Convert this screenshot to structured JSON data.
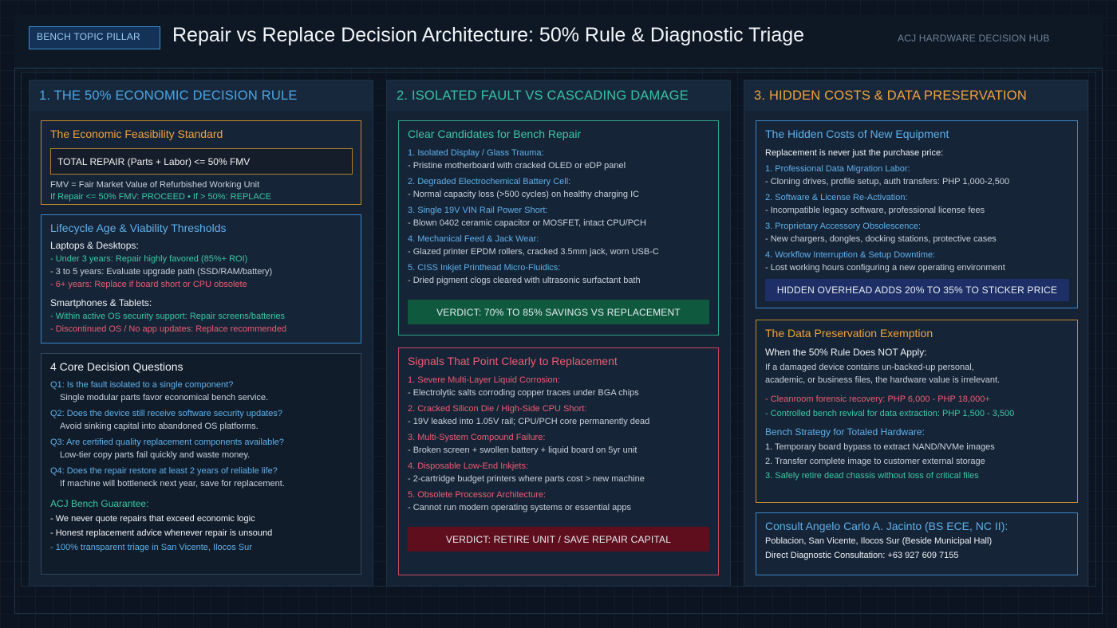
{
  "header": {
    "badge": "BENCH TOPIC PILLAR",
    "title": "Repair vs Replace Decision Architecture: 50% Rule & Diagnostic Triage",
    "hub": "ACJ HARDWARE DECISION HUB"
  },
  "col1": {
    "title": "1. THE 50% ECONOMIC DECISION RULE",
    "econ": {
      "title": "The Economic Feasibility Standard",
      "formula": "TOTAL REPAIR (Parts + Labor) <= 50% FMV",
      "fmv": "FMV = Fair Market Value of Refurbished Working Unit",
      "rule": "If Repair <= 50% FMV: PROCEED • If > 50%: REPLACE"
    },
    "lifecycle": {
      "title": "Lifecycle Age & Viability Thresholds",
      "laptops_label": "Laptops & Desktops:",
      "l1": "- Under 3 years: Repair highly favored (85%+ ROI)",
      "l2": "- 3 to 5 years: Evaluate upgrade path (SSD/RAM/battery)",
      "l3": "- 6+ years: Replace if board short or CPU obsolete",
      "phones_label": "Smartphones & Tablets:",
      "p1": "- Within active OS security support: Repair screens/batteries",
      "p2": "- Discontinued OS / No app updates: Replace recommended"
    },
    "questions": {
      "title": "4 Core Decision Questions",
      "q1": "Q1: Is the fault isolated to a single component?",
      "a1": "Single modular parts favor economical bench service.",
      "q2": "Q2: Does the device still receive software security updates?",
      "a2": "Avoid sinking capital into abandoned OS platforms.",
      "q3": "Q3: Are certified quality replacement components available?",
      "a3": "Low-tier copy parts fail quickly and waste money.",
      "q4": "Q4: Does the repair restore at least 2 years of reliable life?",
      "a4": "If machine will bottleneck next year, save for replacement.",
      "guarantee_title": "ACJ Bench Guarantee:",
      "g1": "- We never quote repairs that exceed economic logic",
      "g2": "- Honest replacement advice whenever repair is unsound",
      "g3": "- 100% transparent triage in San Vicente, Ilocos Sur"
    }
  },
  "col2": {
    "title": "2. ISOLATED FAULT VS CASCADING DAMAGE",
    "repair": {
      "title": "Clear Candidates for Bench Repair",
      "i1": "1. Isolated Display / Glass Trauma:",
      "d1": "- Pristine motherboard with cracked OLED or eDP panel",
      "i2": "2. Degraded Electrochemical Battery Cell:",
      "d2": "- Normal capacity loss (>500 cycles) on healthy charging IC",
      "i3": "3. Single 19V VIN Rail Power Short:",
      "d3": "- Blown 0402 ceramic capacitor or MOSFET, intact CPU/PCH",
      "i4": "4. Mechanical Feed & Jack Wear:",
      "d4": "- Glazed printer EPDM rollers, cracked 3.5mm jack, worn USB-C",
      "i5": "5. CISS Inkjet Printhead Micro-Fluidics:",
      "d5": "- Dried pigment clogs cleared with ultrasonic surfactant bath",
      "verdict": "VERDICT: 70% TO 85% SAVINGS VS REPLACEMENT"
    },
    "replace": {
      "title": "Signals That Point Clearly to Replacement",
      "i1": "1. Severe Multi-Layer Liquid Corrosion:",
      "d1": "- Electrolytic salts corroding copper traces under BGA chips",
      "i2": "2. Cracked Silicon Die / High-Side CPU Short:",
      "d2": "- 19V leaked into 1.05V rail; CPU/PCH core permanently dead",
      "i3": "3. Multi-System Compound Failure:",
      "d3": "- Broken screen + swollen battery + liquid board on 5yr unit",
      "i4": "4. Disposable Low-End Inkjets:",
      "d4": "- 2-cartridge budget printers where parts cost > new machine",
      "i5": "5. Obsolete Processor Architecture:",
      "d5": "- Cannot run modern operating systems or essential apps",
      "verdict": "VERDICT: RETIRE UNIT / SAVE REPAIR CAPITAL"
    }
  },
  "col3": {
    "title": "3. HIDDEN COSTS & DATA PRESERVATION",
    "hidden": {
      "title": "The Hidden Costs of New Equipment",
      "intro": "Replacement is never just the purchase price:",
      "i1": "1. Professional Data Migration Labor:",
      "d1": "- Cloning drives, profile setup, auth transfers: PHP 1,000-2,500",
      "i2": "2. Software & License Re-Activation:",
      "d2": "- Incompatible legacy software, professional license fees",
      "i3": "3. Proprietary Accessory Obsolescence:",
      "d3": "- New chargers, dongles, docking stations, protective cases",
      "i4": "4. Workflow Interruption & Setup Downtime:",
      "d4": "- Lost working hours configuring a new operating environment",
      "banner": "HIDDEN OVERHEAD ADDS 20% TO 35% TO STICKER PRICE"
    },
    "data": {
      "title": "The Data Preservation Exemption",
      "subtitle": "When the 50% Rule Does NOT Apply:",
      "p1": "If a damaged device contains un-backed-up personal,",
      "p2": "academic, or business files, the hardware value is irrelevant.",
      "r1": "- Cleanroom forensic recovery: PHP 6,000 - PHP 18,000+",
      "r2": "- Controlled bench revival for data extraction: PHP 1,500 - 3,500",
      "strategy": "Bench Strategy for Totaled Hardware:",
      "s1": "1. Temporary board bypass to extract NAND/NVMe images",
      "s2": "2. Transfer complete image to customer external storage",
      "s3": "3. Safely retire dead chassis without loss of critical files"
    },
    "consult": {
      "title": "Consult Angelo Carlo A. Jacinto (BS ECE, NC II):",
      "address": "Poblacion, San Vicente, Ilocos Sur (Beside Municipal Hall)",
      "phone": "Direct Diagnostic Consultation: +63 927 609 7155"
    }
  },
  "colors": {
    "background": "#0b1420",
    "accent_blue": "#4aa6e6",
    "accent_teal": "#35c2a4",
    "accent_orange": "#f0a23a",
    "accent_red": "#ec5c72"
  }
}
